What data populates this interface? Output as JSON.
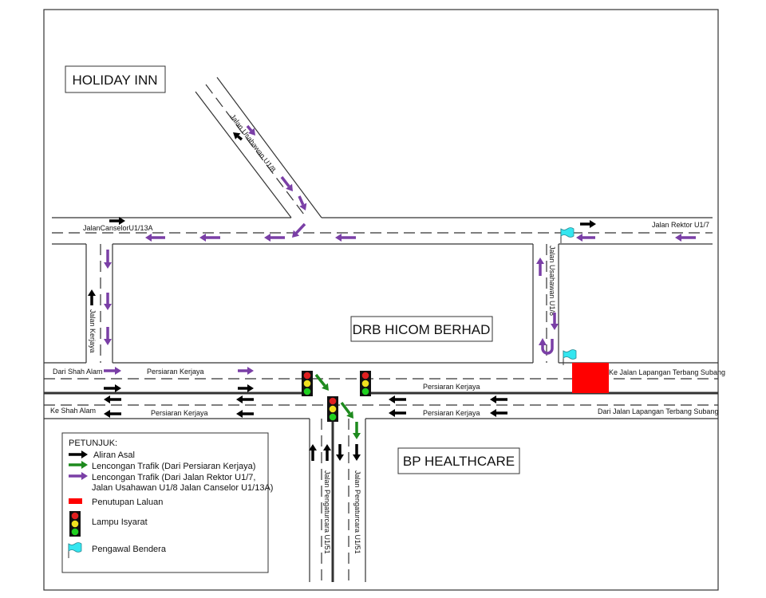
{
  "colors": {
    "original_flow": "#000000",
    "detour_green": "#1e8a1e",
    "detour_purple": "#7a3fa6",
    "closure": "#ff0000",
    "flag": "#33e6f0",
    "light_red": "#e02020",
    "light_yellow": "#f0e020",
    "light_green": "#20d020"
  },
  "buildings": {
    "holiday_inn": "HOLIDAY INN",
    "drb_hicom": "DRB HICOM BERHAD",
    "bp_healthcare": "BP HEALTHCARE"
  },
  "roads": {
    "canselor": "JalanCanselorU1/13A",
    "rektor": "Jalan Rektor U1/7",
    "usahawan_diag": "Jalan Usahawan U1/8",
    "usahawan_vert": "Jalan Usahawan U1/8",
    "kerjaya": "Jalan Kerjaya",
    "dari_shah_alam": "Dari Shah Alam",
    "ke_shah_alam": "Ke Shah Alam",
    "persiaran_1": "Persiaran Kerjaya",
    "persiaran_2": "Persiaran Kerjaya",
    "persiaran_3": "Persiaran Kerjaya",
    "persiaran_4": "Persiaran Kerjaya",
    "ke_subang": "Ke Jalan Lapangan Terbang Subang",
    "dari_subang": "Dari Jalan Lapangan Terbang Subang",
    "pengaturcara_left": "Jalan Pengaturcara U1/51",
    "pengaturcara_right": "Jalan Pengaturcara U1/51"
  },
  "legend": {
    "title": "PETUNJUK:",
    "items": [
      {
        "icon": "black-arrow",
        "label": "Aliran Asal"
      },
      {
        "icon": "green-arrow",
        "label": "Lencongan Trafik (Dari Persiaran Kerjaya)"
      },
      {
        "icon": "purple-arrow",
        "label": "Lencongan Trafik (Dari Jalan Rektor U1/7,",
        "label2": "Jalan Usahawan U1/8 Jalan Canselor U1/13A)"
      },
      {
        "icon": "red-bar",
        "label": "Penutupan Laluan"
      },
      {
        "icon": "traffic-light",
        "label": "Lampu Isyarat"
      },
      {
        "icon": "flag",
        "label": "Pengawal Bendera"
      }
    ]
  }
}
